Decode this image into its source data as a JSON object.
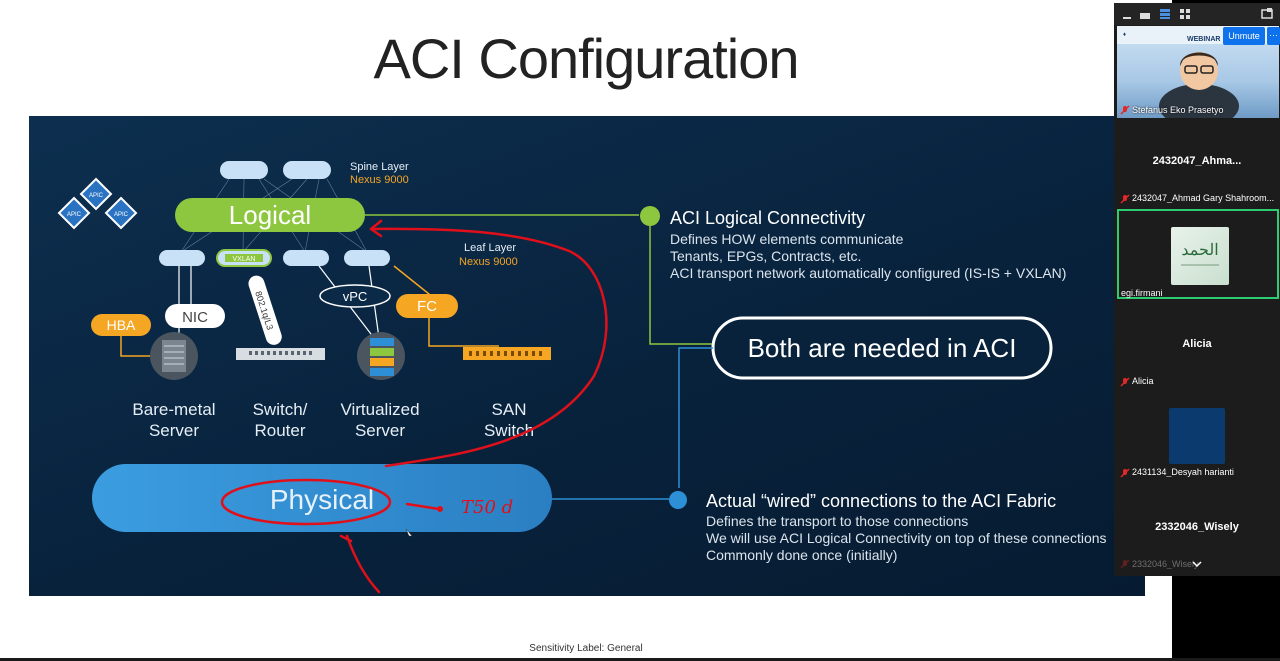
{
  "slide": {
    "title": "ACI Configuration",
    "sensitivity": "Sensitivity Label: General",
    "spine": {
      "label": "Spine Layer",
      "sub": "Nexus 9000"
    },
    "leaf": {
      "label": "Leaf Layer",
      "sub": "Nexus 9000"
    },
    "logical_label": "Logical",
    "physical_label": "Physical",
    "apic_label": "APIC",
    "vxlan_label": "VXLAN",
    "link_label": "802.1q/L3",
    "vpc_label": "vPC",
    "fc_label": "FC",
    "hba_label": "HBA",
    "nic_label": "NIC",
    "devices": [
      {
        "line1": "Bare-metal",
        "line2": "Server"
      },
      {
        "line1": "Switch/",
        "line2": "Router"
      },
      {
        "line1": "Virtualized",
        "line2": "Server"
      },
      {
        "line1": "SAN",
        "line2": "Switch"
      }
    ],
    "logical_conn": {
      "title": "ACI Logical Connectivity",
      "lines": [
        "Defines HOW elements communicate",
        "Tenants, EPGs, Contracts, etc.",
        "ACI transport network automatically configured (IS-IS + VXLAN)"
      ]
    },
    "both_needed": "Both are needed in ACI",
    "physical_conn": {
      "title": "Actual “wired” connections to the ACI Fabric",
      "lines": [
        "Defines the transport to those connections",
        "We will use ACI Logical Connectivity on top of these connections",
        "Commonly done once (initially)"
      ]
    },
    "annotation_text": "T50 d",
    "colors": {
      "green": "#8dc63f",
      "orange": "#f5a623",
      "blue": "#2d8fd5",
      "red": "#e0101a",
      "navy": "#08223c"
    }
  },
  "zoom": {
    "unmute_label": "Unmute",
    "more_label": "···",
    "participants": [
      {
        "name": "Stefanus Eko Prasetyo",
        "type": "video",
        "muted": true
      },
      {
        "display": "2432047_Ahma...",
        "name": "2432047_Ahmad Gary Shahroom...",
        "muted": true
      },
      {
        "name": "egi.firmani",
        "type": "avatar",
        "active": true
      },
      {
        "display": "Alicia",
        "name": "Alicia",
        "muted": true
      },
      {
        "name": "2431134_Desyah harianti",
        "type": "avatar",
        "muted": true
      },
      {
        "display": "2332046_Wisely",
        "name": "2332046_Wisely",
        "muted": true
      }
    ],
    "icons": [
      "minimize-icon",
      "restore-icon",
      "speaker-view-icon",
      "gallery-view-icon",
      "fullscreen-icon",
      "chevron-down-icon"
    ]
  }
}
